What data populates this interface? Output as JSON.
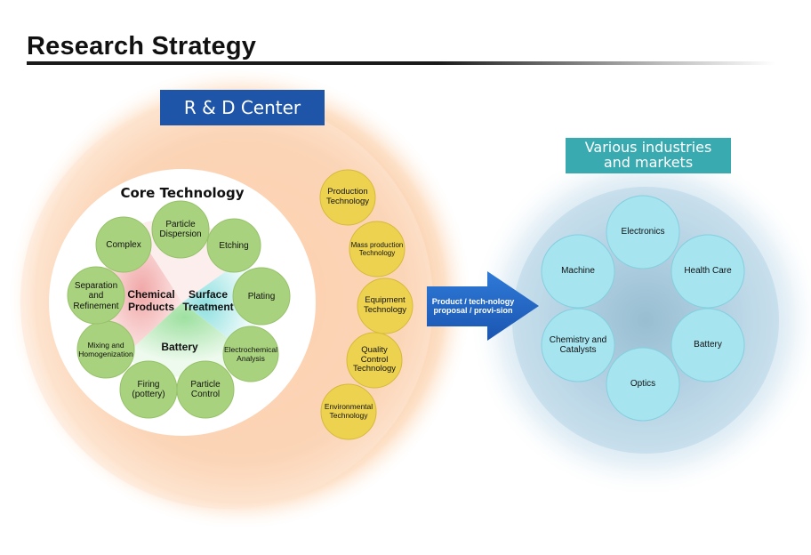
{
  "title": "Research Strategy",
  "rd_center": {
    "label": "R & D Center",
    "core_title": "Core Technology",
    "sectors": [
      "Chemical Products",
      "Surface Treatment",
      "Battery"
    ],
    "core_items": [
      "Particle Dispersion",
      "Etching",
      "Plating",
      "Electrochemical Analysis",
      "Particle Control",
      "Firing (pottery)",
      "Mixing and Homogenization",
      "Separation and Refinement",
      "Complex"
    ],
    "ring_items": [
      "Production Technology",
      "Mass production Technology",
      "Equipment Technology",
      "Quality Control Technology",
      "Environmental Technology"
    ]
  },
  "arrow_text": "Product / tech-nology proposal / provi-sion",
  "markets": {
    "label": "Various industries and markets",
    "items": [
      "Electronics",
      "Health Care",
      "Battery",
      "Optics",
      "Chemistry and Catalysts",
      "Machine"
    ]
  },
  "colors": {
    "rd_header": "#1e55a8",
    "markets_header": "#3aaab1",
    "green_circle": "#a9d27e",
    "yellow_circle": "#edd24f",
    "blue_circle": "#a6e4f0",
    "arrow": "#1f64c2"
  }
}
